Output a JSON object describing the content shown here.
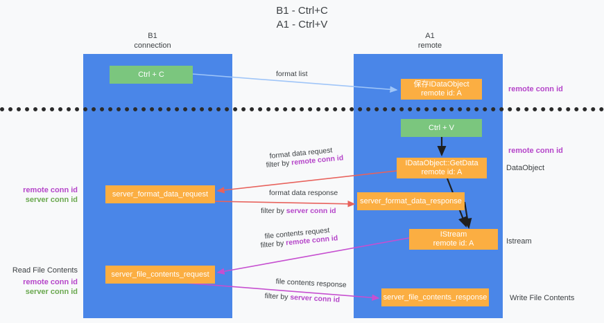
{
  "title": {
    "line1": "B1 - Ctrl+C",
    "line2": "A1 - Ctrl+V"
  },
  "lanes": [
    {
      "id": "b1",
      "name": "B1",
      "sub": "connection"
    },
    {
      "id": "a1",
      "name": "A1",
      "sub": "remote"
    }
  ],
  "nodes": {
    "ctrl_c": {
      "line1": "Ctrl + C",
      "line2": ""
    },
    "save_idataobject": {
      "line1": "保存IDataObject",
      "line2": "remote id: A"
    },
    "ctrl_v": {
      "line1": "Ctrl + V",
      "line2": ""
    },
    "getdata": {
      "line1": "IDataObject::GetData",
      "line2": "remote id: A"
    },
    "server_format_data_request": {
      "line1": "server_format_data_request",
      "line2": ""
    },
    "server_format_data_response": {
      "line1": "server_format_data_response",
      "line2": ""
    },
    "istream": {
      "line1": "IStream",
      "line2": "remote id: A"
    },
    "server_file_contents_request": {
      "line1": "server_file_contents_request",
      "line2": ""
    },
    "server_file_contents_response": {
      "line1": "server_file_contents_response",
      "line2": ""
    }
  },
  "edge_labels": {
    "format_list": "format list",
    "format_data_request": "format data request",
    "format_data_request_filter_prefix": "filter by ",
    "format_data_request_filter_key": "remote conn id",
    "format_data_response": "format data response",
    "format_data_response_filter_prefix": "filter by ",
    "format_data_response_filter_key": "server conn id",
    "file_contents_request": "file contents request",
    "file_contents_request_filter_prefix": "filter by ",
    "file_contents_request_filter_key": "remote conn id",
    "file_contents_response": "file contents response",
    "file_contents_response_filter_prefix": "filter by ",
    "file_contents_response_filter_key": "server conn id"
  },
  "annotations": {
    "right_remote_conn_id_top": "remote conn id",
    "right_remote_conn_id_mid": "remote conn id",
    "right_dataobject": "DataObject",
    "right_istream": "Istream",
    "right_write_file_contents": "Write File Contents",
    "left_remote_conn_id": "remote conn id",
    "left_server_conn_id": "server conn id",
    "left_read_file_contents": "Read File Contents",
    "left_remote_conn_id_2": "remote conn id",
    "left_server_conn_id_2": "server conn id"
  },
  "colors": {
    "lane_blue": "#4a86e8",
    "node_green": "#7bc67e",
    "node_orange": "#fbae42",
    "accent_purple": "#b545c9",
    "accent_green": "#6aa84f",
    "arrow_red": "#e8625c",
    "arrow_magenta": "#c64fd0",
    "arrow_lightblue": "#9fc5f8",
    "arrow_black": "#1f1f1f",
    "background": "#f8f9fa"
  }
}
